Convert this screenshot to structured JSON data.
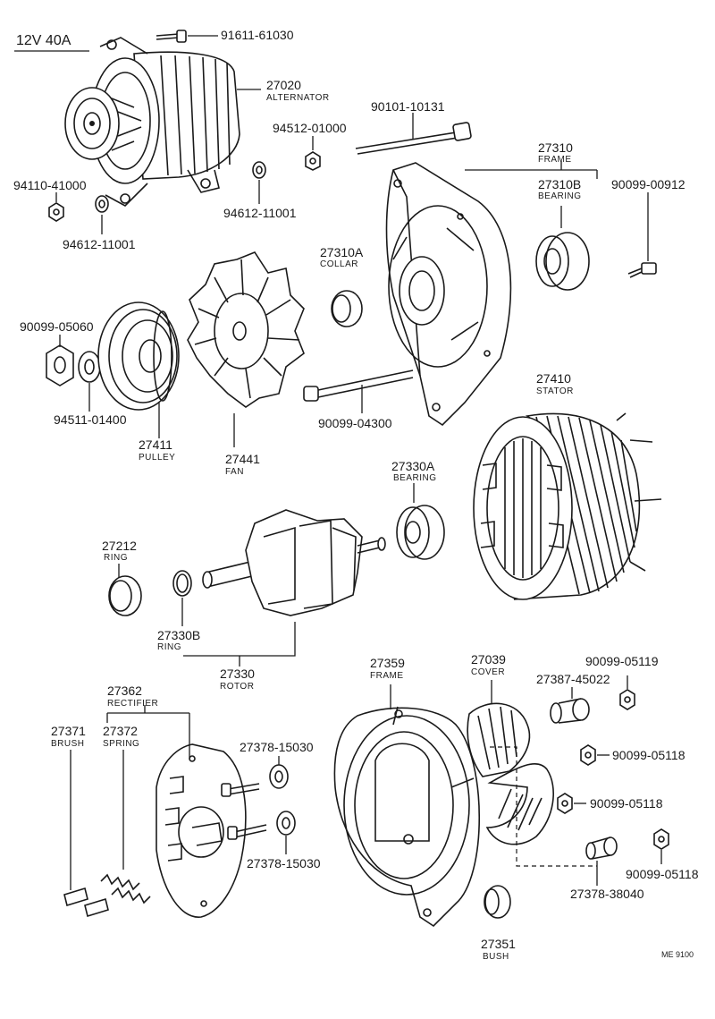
{
  "header": {
    "spec": "12V  40A"
  },
  "ref_code": "ME  9100",
  "parts": [
    {
      "number": "91611-61030",
      "name": ""
    },
    {
      "number": "27020",
      "name": "ALTERNATOR"
    },
    {
      "number": "90101-10131",
      "name": ""
    },
    {
      "number": "94512-01000",
      "name": ""
    },
    {
      "number": "94110-41000",
      "name": ""
    },
    {
      "number": "94612-11001",
      "name": ""
    },
    {
      "number": "94612-11001",
      "name": ""
    },
    {
      "number": "27310",
      "name": "FRAME"
    },
    {
      "number": "27310B",
      "name": "BEARING"
    },
    {
      "number": "90099-00912",
      "name": ""
    },
    {
      "number": "27310A",
      "name": "COLLAR"
    },
    {
      "number": "90099-05060",
      "name": ""
    },
    {
      "number": "94511-01400",
      "name": ""
    },
    {
      "number": "27411",
      "name": "PULLEY"
    },
    {
      "number": "27441",
      "name": "FAN"
    },
    {
      "number": "90099-04300",
      "name": ""
    },
    {
      "number": "27410",
      "name": "STATOR"
    },
    {
      "number": "27330A",
      "name": "BEARING"
    },
    {
      "number": "27212",
      "name": "RING"
    },
    {
      "number": "27330B",
      "name": "RING"
    },
    {
      "number": "27330",
      "name": "ROTOR"
    },
    {
      "number": "27359",
      "name": "FRAME"
    },
    {
      "number": "27039",
      "name": "COVER"
    },
    {
      "number": "90099-05119",
      "name": ""
    },
    {
      "number": "27387-45022",
      "name": ""
    },
    {
      "number": "27362",
      "name": "RECTIFIER"
    },
    {
      "number": "27371",
      "name": "BRUSH"
    },
    {
      "number": "27372",
      "name": "SPRING"
    },
    {
      "number": "27378-15030",
      "name": ""
    },
    {
      "number": "90099-05118",
      "name": ""
    },
    {
      "number": "90099-05118",
      "name": ""
    },
    {
      "number": "27378-15030",
      "name": ""
    },
    {
      "number": "27378-38040",
      "name": ""
    },
    {
      "number": "90099-05118",
      "name": ""
    },
    {
      "number": "27351",
      "name": "BUSH"
    }
  ]
}
